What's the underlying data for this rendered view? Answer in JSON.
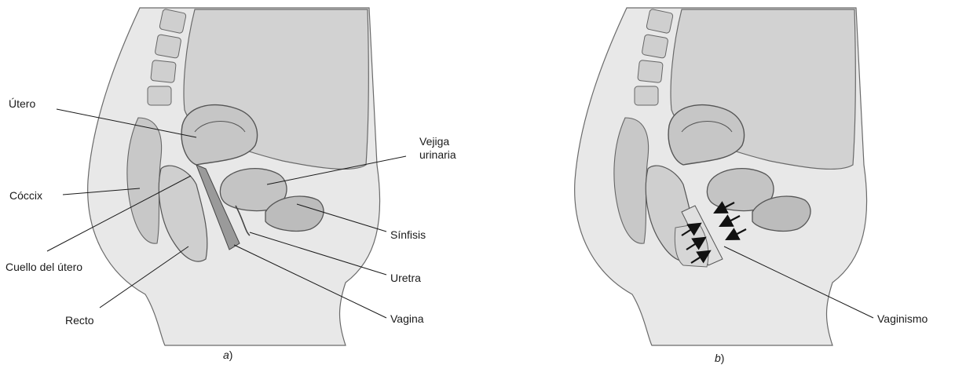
{
  "figure": {
    "panel_a": {
      "caption_letter": "a",
      "caption_suffix": ")",
      "labels": {
        "utero": "Útero",
        "coccix": "Cóccix",
        "cuello": "Cuello del útero",
        "recto": "Recto",
        "vejiga_1": "Vejiga",
        "vejiga_2": "urinaria",
        "sinfisis": "Sínfisis",
        "uretra": "Uretra",
        "vagina": "Vagina"
      }
    },
    "panel_b": {
      "caption_letter": "b",
      "caption_suffix": ")",
      "labels": {
        "vaginismo": "Vaginismo"
      }
    }
  },
  "colors": {
    "background": "#ffffff",
    "abdomen_fill": "#d4d4d4",
    "organ_fill": "#c2c2c2",
    "outline": "#5a5a5a",
    "leader_line": "#1a1a1a"
  }
}
